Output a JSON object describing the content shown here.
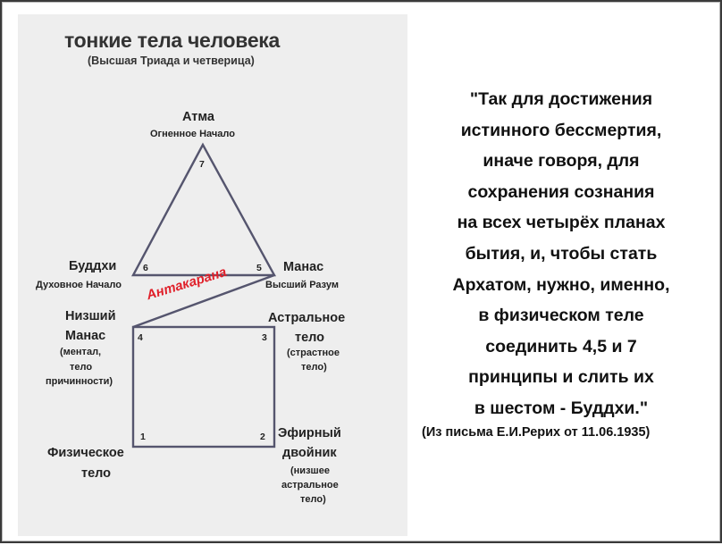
{
  "diagram": {
    "title": "тонкие тела человека",
    "subtitle": "(Высшая Триада и четверица)",
    "nodes": {
      "atma": {
        "name": "Атма",
        "desc": "Огненное Начало",
        "number": "7"
      },
      "buddhi": {
        "name": "Буддхи",
        "desc": "Духовное Начало",
        "number": "6"
      },
      "manas": {
        "name": "Манас",
        "desc": "Высший Разум",
        "number": "5"
      },
      "lower_manas": {
        "name_line1": "Низший",
        "name_line2": "Манас",
        "desc_line1": "(ментал,",
        "desc_line2": "тело",
        "desc_line3": "причинности)",
        "number": "4"
      },
      "astral": {
        "name_line1": "Астральное",
        "name_line2": "тело",
        "desc_line1": "(страстное",
        "desc_line2": "тело)",
        "number": "3"
      },
      "etheric": {
        "name_line1": "Эфирный",
        "name_line2": "двойник",
        "desc_line1": "(низшее",
        "desc_line2": "астральное",
        "desc_line3": "тело)",
        "number": "2"
      },
      "physical": {
        "name_line1": "Физическое",
        "name_line2": "тело",
        "number": "1"
      }
    },
    "antakarana_label": "Антакарана",
    "colors": {
      "lines": "#55556e",
      "antakarana": "#e0202a",
      "panel": "#eeeeee"
    }
  },
  "quote": {
    "lines": [
      "\"Так для достижения",
      "истинного бессмертия,",
      "иначе говоря, для",
      "сохранения сознания",
      "на всех четырёх планах",
      "бытия, и, чтобы стать",
      "Архатом, нужно, именно,",
      "в физическом теле",
      "соединить 4,5 и 7",
      "принципы и слить их",
      "в шестом - Буддхи.\""
    ],
    "source": "(Из письма Е.И.Рерих от 11.06.1935)"
  }
}
